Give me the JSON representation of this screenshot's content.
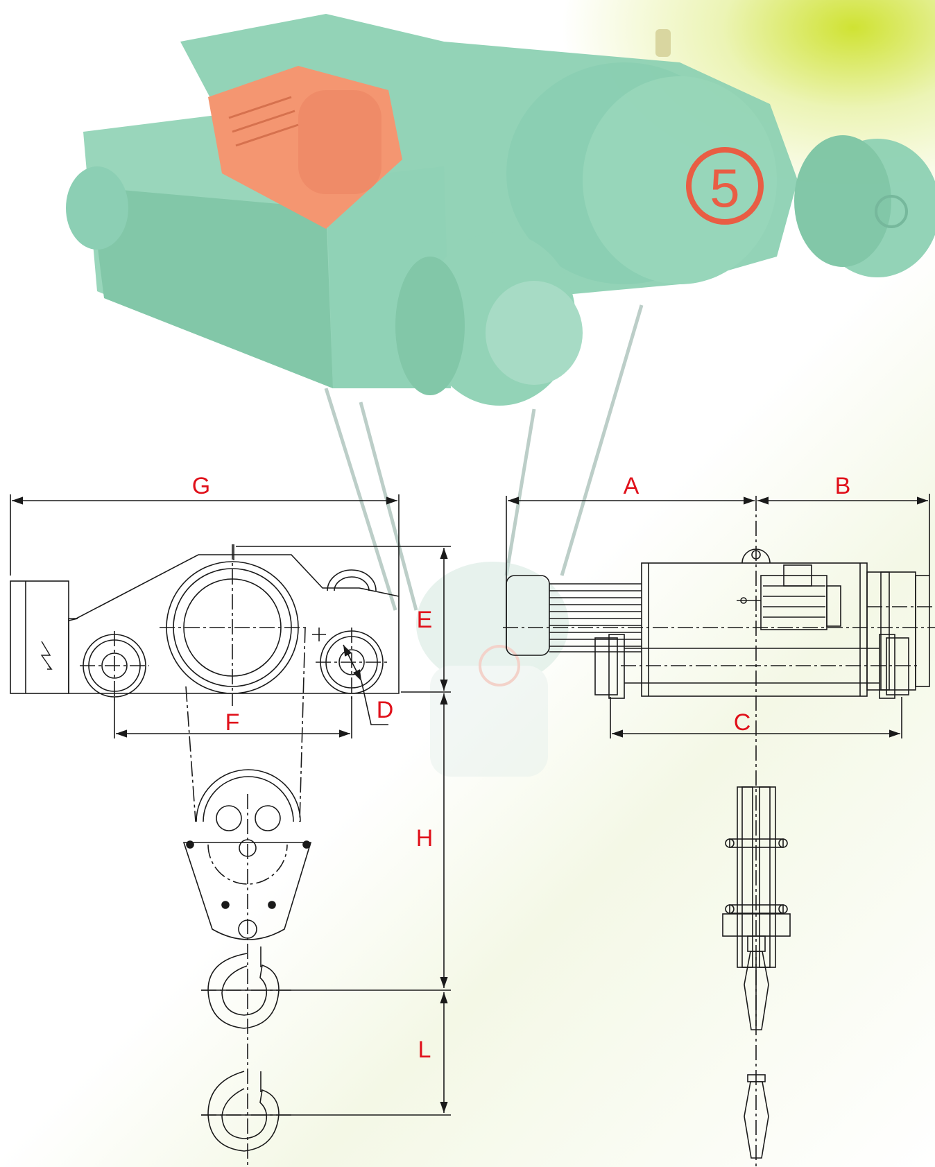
{
  "labels": {
    "g": "G",
    "a": "A",
    "b": "B",
    "e": "E",
    "d": "D",
    "f": "F",
    "c": "C",
    "h": "H",
    "l": "L"
  },
  "photo": {
    "badge": "5",
    "body_color": "#8ed1b4",
    "motor_color": "#f4916a",
    "badge_color": "#e8553a"
  },
  "colors": {
    "label": "#e0101a",
    "line": "#1a1a1a"
  },
  "icons": {
    "electric": "lightning-bolt-icon"
  }
}
